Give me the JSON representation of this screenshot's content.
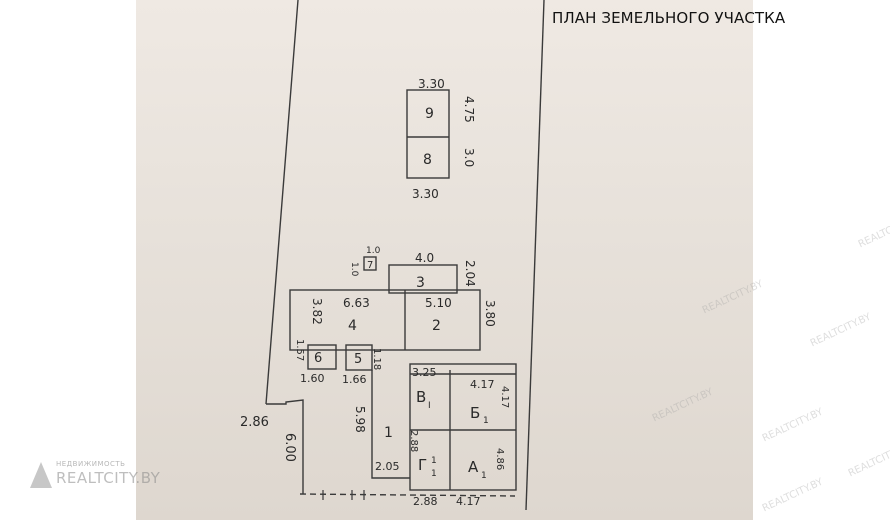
{
  "title": "ПЛАН ЗЕМЕЛЬНОГО УЧАСТКА",
  "watermark": {
    "small_text": "НЕДВИЖИМОСТЬ",
    "brand": "REALTCITY.BY",
    "repeat": "REALTCITY.BY"
  },
  "plan": {
    "upper_block": {
      "top_width": "3.30",
      "bottom_width": "3.30",
      "room_9": "9",
      "room_8": "8",
      "side_9": "4.75",
      "side_8": "3.0"
    },
    "small_square": {
      "label": "7",
      "dim_top": "1.0",
      "dim_side": "1.0"
    },
    "room_3": {
      "label": "3",
      "width": "4.0",
      "side": "2.04"
    },
    "room_4": {
      "label": "4",
      "width": "6.63",
      "side": "3.82"
    },
    "room_2": {
      "label": "2",
      "width": "5.10",
      "side": "3.80"
    },
    "room_6": {
      "label": "6",
      "width": "1.60",
      "side": "1.57"
    },
    "room_5": {
      "label": "5",
      "width": "1.66",
      "side": "1.18"
    },
    "plot_left": {
      "width": "2.86",
      "length": "6.00"
    },
    "room_1": {
      "label": "1",
      "side": "5.98",
      "bottom": "2.05"
    },
    "room_v": {
      "label": "В",
      "sub": "I",
      "top": "3.25"
    },
    "room_b": {
      "label": "Б",
      "sub": "1",
      "top": "4.17",
      "side": "4.17"
    },
    "room_g": {
      "label": "Г",
      "sub": "1",
      "sup": "1",
      "side": "2.88",
      "bottom": "2.88"
    },
    "room_a": {
      "label": "А",
      "sub": "1",
      "side": "4.86",
      "bottom": "4.17"
    }
  }
}
